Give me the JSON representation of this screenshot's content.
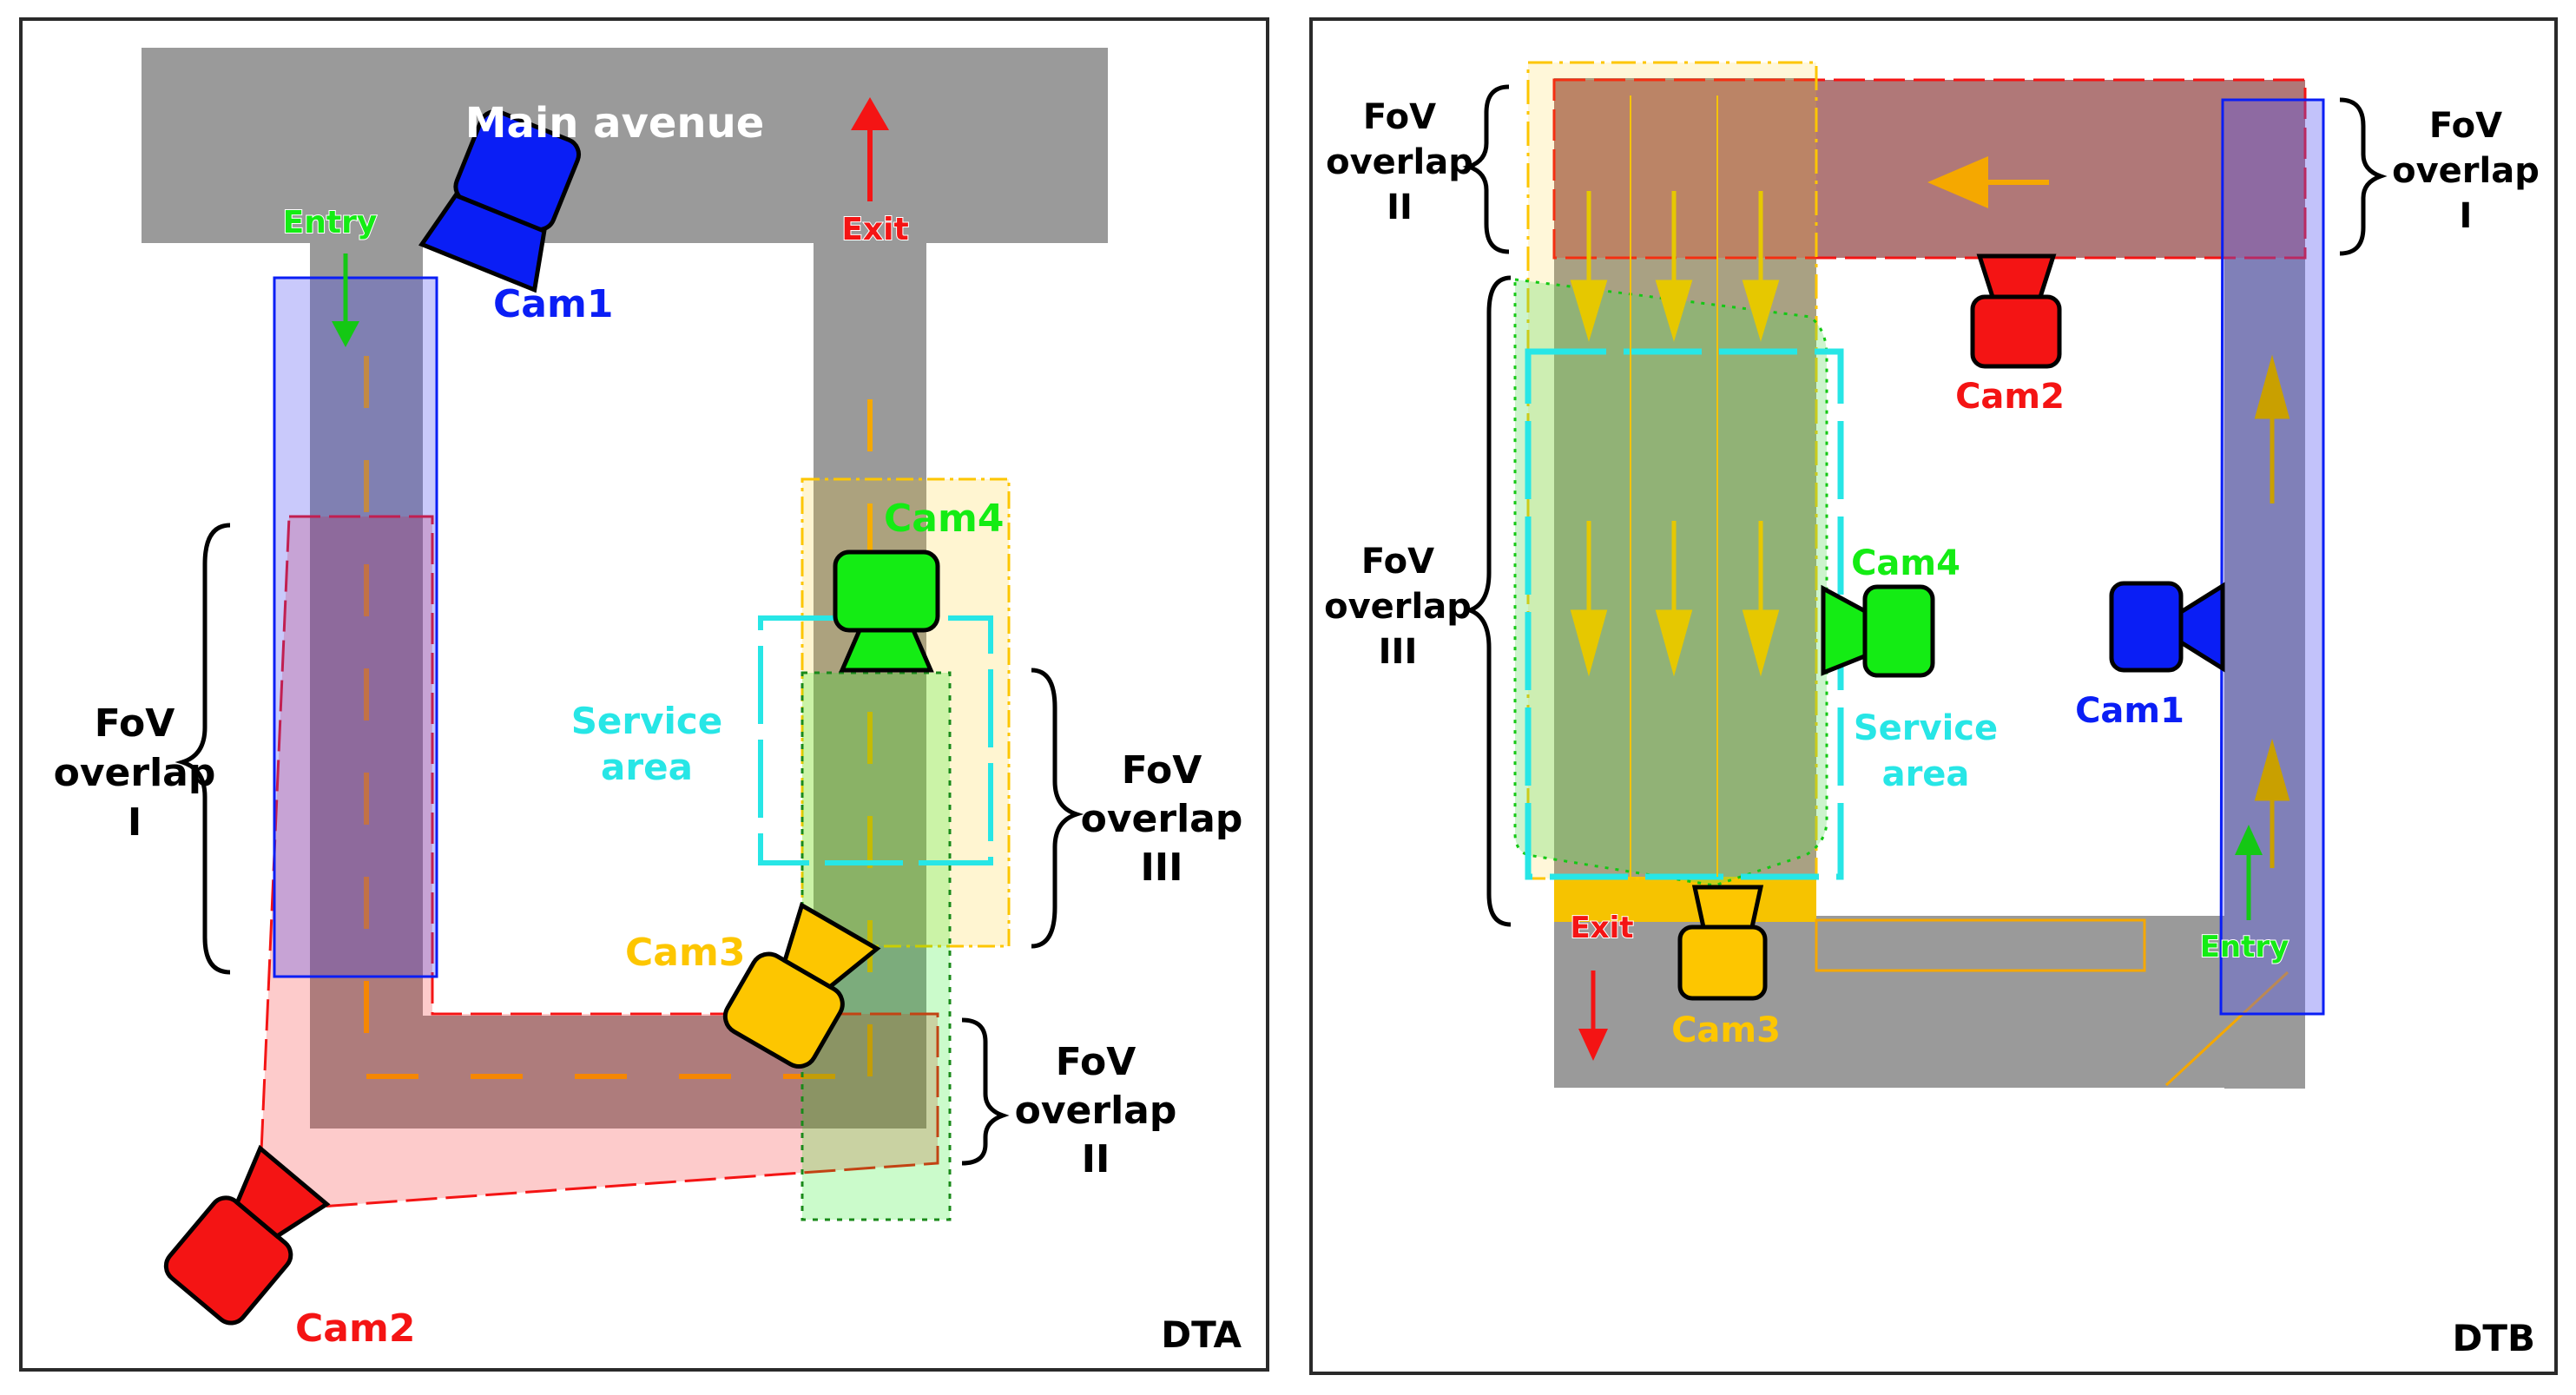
{
  "panels": {
    "dta": {
      "label": "DTA",
      "road_label": "Main avenue",
      "entry": "Entry",
      "exit": "Exit",
      "service_area": [
        "Service",
        "area"
      ],
      "cameras": [
        "Cam1",
        "Cam2",
        "Cam3",
        "Cam4"
      ],
      "overlaps": {
        "one": [
          "FoV",
          "overlap",
          "I"
        ],
        "two": [
          "FoV",
          "overlap",
          "II"
        ],
        "three": [
          "FoV",
          "overlap",
          "III"
        ]
      }
    },
    "dtb": {
      "label": "DTB",
      "entry": "Entry",
      "exit": "Exit",
      "service_area": [
        "Service",
        "area"
      ],
      "cameras": [
        "Cam1",
        "Cam2",
        "Cam3",
        "Cam4"
      ],
      "overlaps": {
        "one": [
          "FoV",
          "overlap",
          "I"
        ],
        "two": [
          "FoV",
          "overlap",
          "II"
        ],
        "three": [
          "FoV",
          "overlap",
          "III"
        ]
      }
    }
  },
  "colors": {
    "cam1": "#0a1ef5",
    "cam2": "#f41414",
    "cam3": "#fdc600",
    "cam4": "#14ec14",
    "service_area": "#27e6e6",
    "road": "#9a9a9a",
    "lane_marks": "#f5a800"
  }
}
